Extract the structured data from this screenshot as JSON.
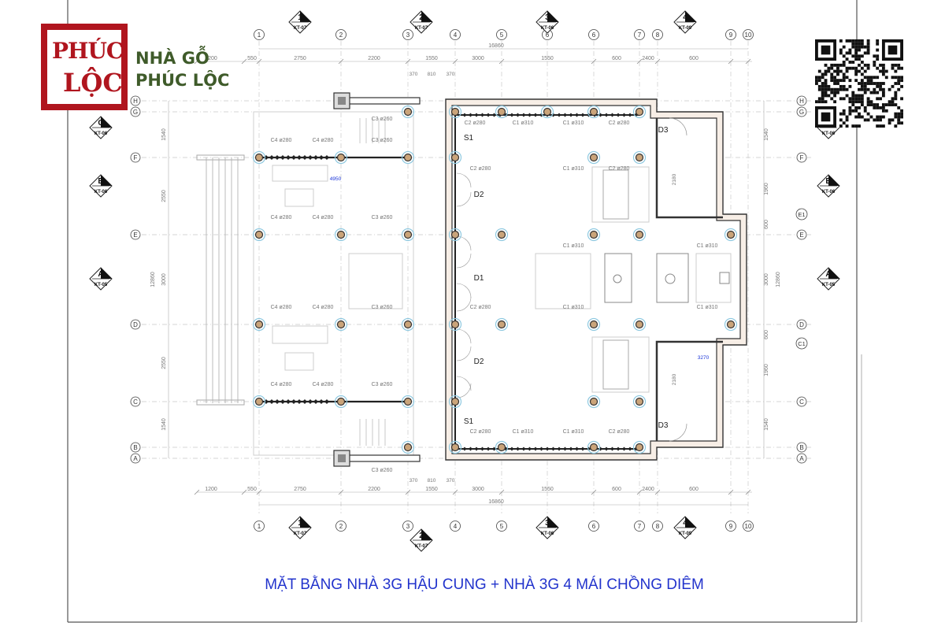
{
  "brand": {
    "logo_line1": "PHÚC",
    "logo_line2": "LỘC",
    "name_line1": "NHÀ GỖ",
    "name_line2": "PHÚC LỘC",
    "colors": {
      "logo": "#b0151e",
      "text": "#3f5b2a"
    }
  },
  "qr": {
    "icon": "qr-code-icon"
  },
  "drawing": {
    "title": "MẶT BẰNG NHÀ 3G HẬU CUNG + NHÀ 3G 4 MÁI CHỒNG DIÊM",
    "title_color": "#2233cc",
    "grid_numbers": [
      "1",
      "2",
      "3",
      "4",
      "5",
      "6",
      "7",
      "8",
      "9",
      "10"
    ],
    "grid_letters": [
      "H",
      "G",
      "F",
      "E",
      "D",
      "C",
      "B",
      "A"
    ],
    "extra_letters": [
      "E1",
      "C1"
    ],
    "section_markers_top": [
      {
        "label": "1",
        "ref": "KT-07"
      },
      {
        "label": "2",
        "ref": "KT-07"
      },
      {
        "label": "3",
        "ref": "KT-06"
      },
      {
        "label": "4",
        "ref": "KT-09"
      }
    ],
    "section_markers_side": [
      {
        "label": "C",
        "ref": "KT-06"
      },
      {
        "label": "B",
        "ref": "KT-06"
      },
      {
        "label": "A",
        "ref": "KT-05"
      }
    ],
    "top_dimensions": [
      "1200",
      "550",
      "2750",
      "2200",
      "1550",
      "3000",
      "1550",
      "600",
      "2400",
      "600"
    ],
    "sub_dimensions": [
      "370",
      "810",
      "370"
    ],
    "total_dimension": "16860",
    "side_dimensions_left": [
      "1540",
      "2550",
      "3000",
      "2550",
      "1540"
    ],
    "side_dimensions_right": [
      "1540",
      "1960",
      "600",
      "3000",
      "600",
      "1960",
      "1540"
    ],
    "side_total": "12860",
    "doors": [
      "S1",
      "D2",
      "D1",
      "D2",
      "S1",
      "D3",
      "D3"
    ],
    "column_labels": [
      "C3 ø260",
      "C4 ø280",
      "C4 ø280",
      "C3 ø260",
      "C2 ø280",
      "C1 ø310",
      "C1 ø310",
      "C2 ø280",
      "C2 ø280",
      "C1 ø310",
      "C2 ø280",
      "C4 ø280",
      "C4 ø280",
      "C3 ø260",
      "C1 ø310",
      "C1 ø310",
      "C2 ø280",
      "C4 ø280",
      "C4 ø280",
      "C3 ø260",
      "C1 ø310",
      "C1 ø310",
      "C4 ø280",
      "C4 ø280",
      "C3 ø260",
      "C2 ø280",
      "C1 ø310",
      "C1 ø310",
      "C2 ø280",
      "C3 ø260"
    ],
    "blue_dims": [
      "4950",
      "3270"
    ],
    "misc_dims": [
      "2180",
      "2180"
    ]
  }
}
